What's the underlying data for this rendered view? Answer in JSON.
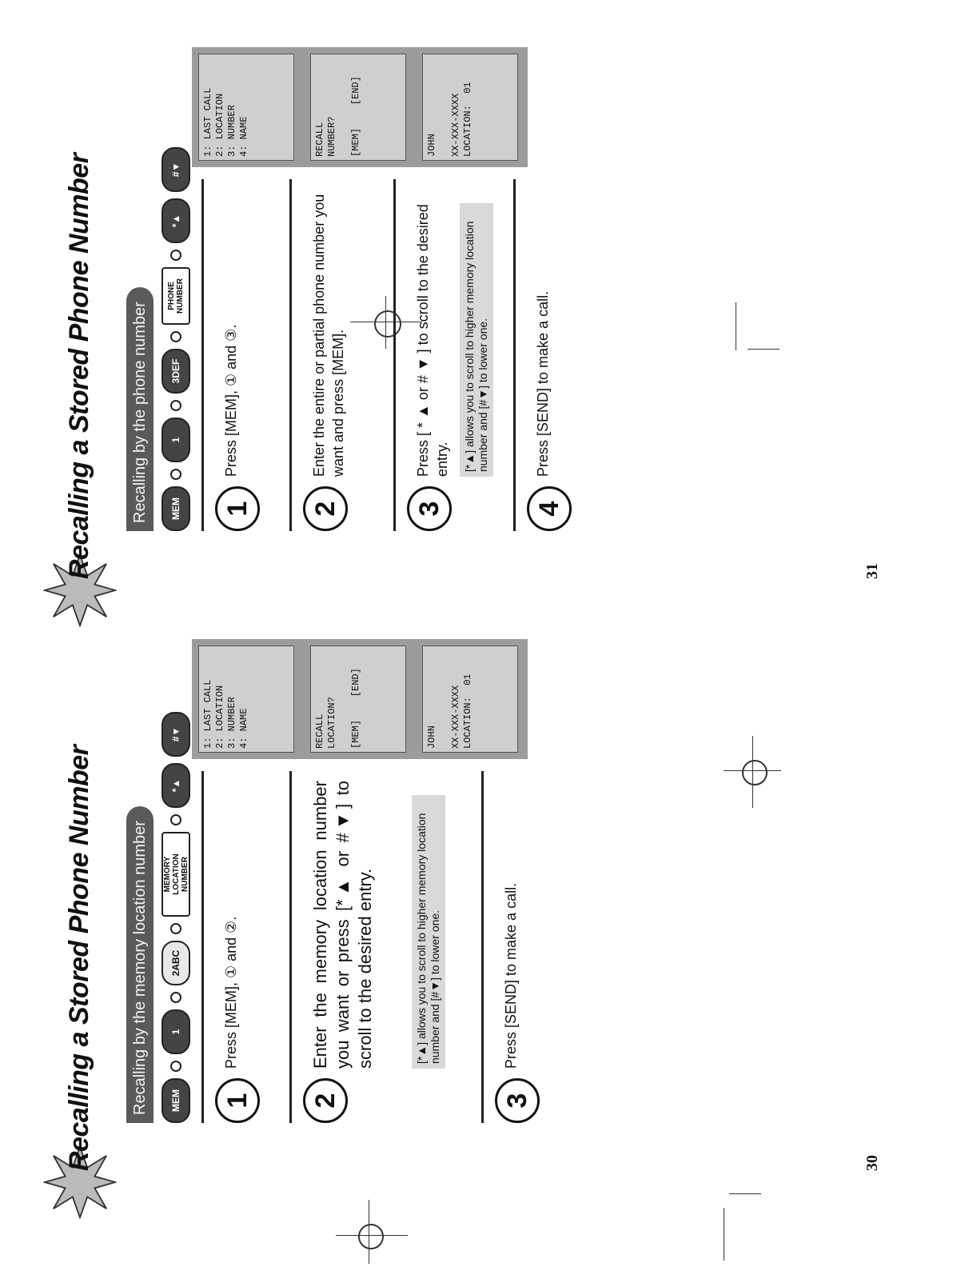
{
  "left_page": {
    "title": "Recalling a Stored Phone Number",
    "section": "Recalling by the memory location number",
    "keys": [
      "MEM",
      "1",
      "2ABC",
      "MEMORY LOCATION NUMBER",
      "*▲",
      "#▼"
    ],
    "steps": [
      {
        "num": "1",
        "text": "Press [MEM], ① and ②."
      },
      {
        "num": "2",
        "text": "Enter the memory location number you want or press [*▲ or #▼] to scroll to the desired entry."
      },
      {
        "num": "3",
        "text": "Press [SEND] to make a call."
      }
    ],
    "note": "[*▲] allows you to scroll to higher memory location number and [#▼] to lower one.",
    "lcd": [
      "1: LAST CALL\n2: LOCATION\n3: NUMBER\n4: NAME",
      "RECALL\nLOCATION?\n\n[MEM]    [END]",
      "JOHN\n\nXX-XXX-XXXX\nLOCATION:  01"
    ],
    "page_number": "30"
  },
  "right_page": {
    "title": "Recalling a Stored Phone Number",
    "section": "Recalling by the phone number",
    "keys": [
      "MEM",
      "1",
      "3DEF",
      "PHONE NUMBER",
      "*▲",
      "#▼"
    ],
    "steps": [
      {
        "num": "1",
        "text": "Press [MEM], ① and ③."
      },
      {
        "num": "2",
        "text": "Enter the entire or partial phone number you want and press [MEM]."
      },
      {
        "num": "3",
        "text": "Press [ * ▲ or # ▼ ] to scroll to the desired entry."
      },
      {
        "num": "4",
        "text": "Press [SEND] to make a call."
      }
    ],
    "note": "[*▲] allows you to scroll to higher memory location number and [#▼] to lower one.",
    "lcd": [
      "1: LAST CALL\n2: LOCATION\n3: NUMBER\n4: NAME",
      "RECALL\nNUMBER?\n\n[MEM]    [END]",
      "JOHN\n\nXX-XXX-XXXX\nLOCATION:  01"
    ],
    "page_number": "31"
  }
}
